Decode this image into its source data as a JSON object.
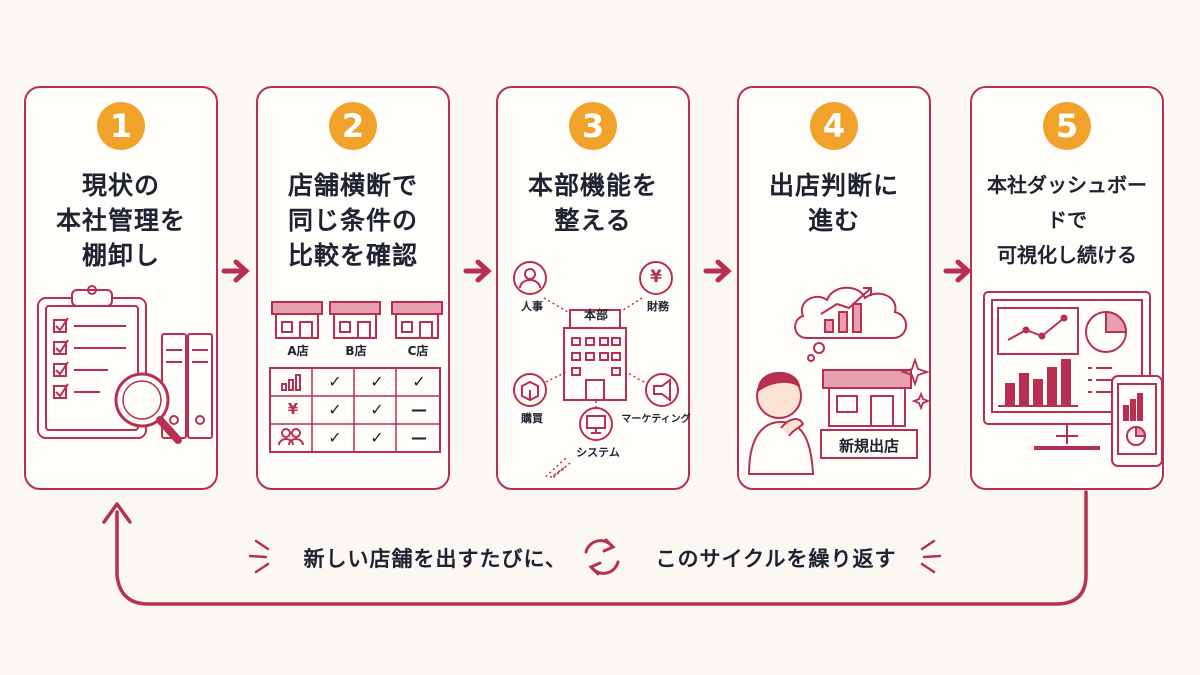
{
  "colors": {
    "accent": "#b8304f",
    "number_badge": "#f0a22a",
    "text": "#1f2230"
  },
  "steps": [
    {
      "number": "1",
      "title_lines": [
        "現状の",
        "本社管理を",
        "棚卸し"
      ],
      "icons": [
        "clipboard-checklist-icon",
        "magnifier-icon",
        "binders-icon"
      ]
    },
    {
      "number": "2",
      "title_lines": [
        "店舗横断で",
        "同じ条件の",
        "比較を確認"
      ],
      "stores": [
        "A店",
        "B店",
        "C店"
      ],
      "table_rows": [
        {
          "icon": "bar-chart-icon",
          "cells": [
            "✓",
            "✓",
            "✓"
          ]
        },
        {
          "icon": "yen-icon",
          "symbol": "¥",
          "cells": [
            "✓",
            "✓",
            "—"
          ]
        },
        {
          "icon": "people-icon",
          "cells": [
            "✓",
            "✓",
            "—"
          ]
        }
      ]
    },
    {
      "number": "3",
      "title_lines": [
        "本部機能を",
        "整える"
      ],
      "hq_label": "本部",
      "yen_symbol": "¥",
      "functions": [
        "人事",
        "財務",
        "購買",
        "システム",
        "マーケティング"
      ]
    },
    {
      "number": "4",
      "title_lines": [
        "出店判断に",
        "進む"
      ],
      "sign_label": "新規出店"
    },
    {
      "number": "5",
      "title_lines": [
        "本社ダッシュボードで",
        "可視化し続ける"
      ]
    }
  ],
  "cycle_caption": {
    "left": "新しい店舗を出すたびに、",
    "right": "このサイクルを繰り返す"
  }
}
